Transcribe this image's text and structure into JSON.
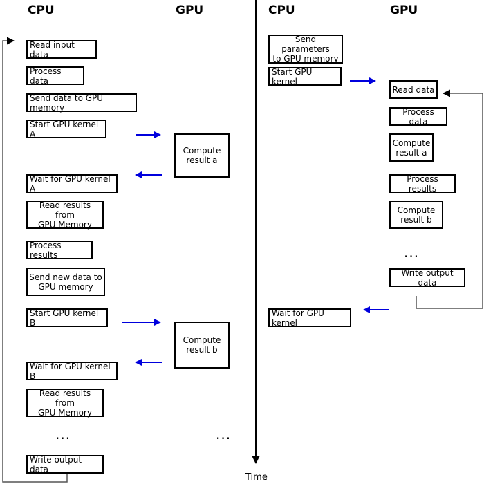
{
  "headers": {
    "left_cpu": "CPU",
    "left_gpu": "GPU",
    "right_cpu": "CPU",
    "right_gpu": "GPU"
  },
  "left_panel": {
    "cpu_steps": [
      "Read input data",
      "Process data",
      "Send data to GPU memory",
      "Start GPU kernel A",
      "Wait for GPU kernel A",
      "Read results from\nGPU Memory",
      "Process results",
      "Send new data to\nGPU memory",
      "Start GPU kernel B",
      "Wait for GPU kernel B",
      "Read results from\nGPU Memory",
      "Write output data"
    ],
    "gpu_steps": [
      "Compute\nresult a",
      "Compute\nresult b"
    ],
    "cpu_ellipsis": "...",
    "gpu_ellipsis": "..."
  },
  "right_panel": {
    "cpu_steps": [
      "Send parameters\nto GPU memory",
      "Start GPU kernel",
      "Wait for GPU kernel"
    ],
    "gpu_steps": [
      "Read data",
      "Process data",
      "Compute\nresult a",
      "Process results",
      "Compute\nresult b",
      "Write output data"
    ],
    "gpu_ellipsis": "..."
  },
  "timeline": {
    "label": "Time"
  },
  "colors": {
    "handoff_arrow": "#0000dd",
    "loop_line": "#555555",
    "axis": "#000000"
  }
}
